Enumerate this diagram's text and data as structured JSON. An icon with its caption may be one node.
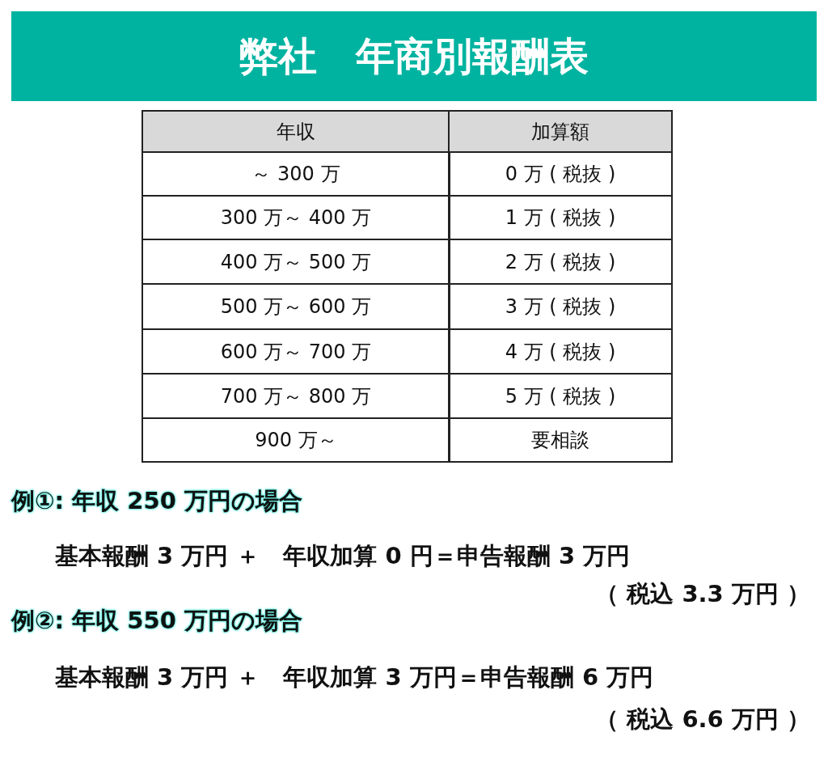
{
  "diagram": {
    "title": "弊社　年商別報酬表",
    "labels": [
      "年収",
      "加算額",
      "～ 300 万",
      "0 万 ( 税抜 )",
      "300 万～ 400 万",
      "1 万 ( 税抜 )",
      "400 万～ 500 万",
      "2 万 ( 税抜 )",
      "500 万～ 600 万",
      "3 万 ( 税抜 )",
      "600 万～ 700 万",
      "4 万 ( 税抜 )",
      "700 万～ 800 万",
      "5 万 ( 税抜 )",
      "900 万～",
      "要相談",
      "例①: 年収 250 万円の場合",
      "基本報酬 3 万円 ＋　年収加算 0 円＝申告報酬 3 万円",
      "（ 税込 3.3 万円 ）",
      "例②: 年収 550 万円の場合",
      "基本報酬 3 万円 ＋　年収加算 3 万円＝申告報酬 6 万円",
      "（ 税込 6.6 万円 ）"
    ]
  }
}
